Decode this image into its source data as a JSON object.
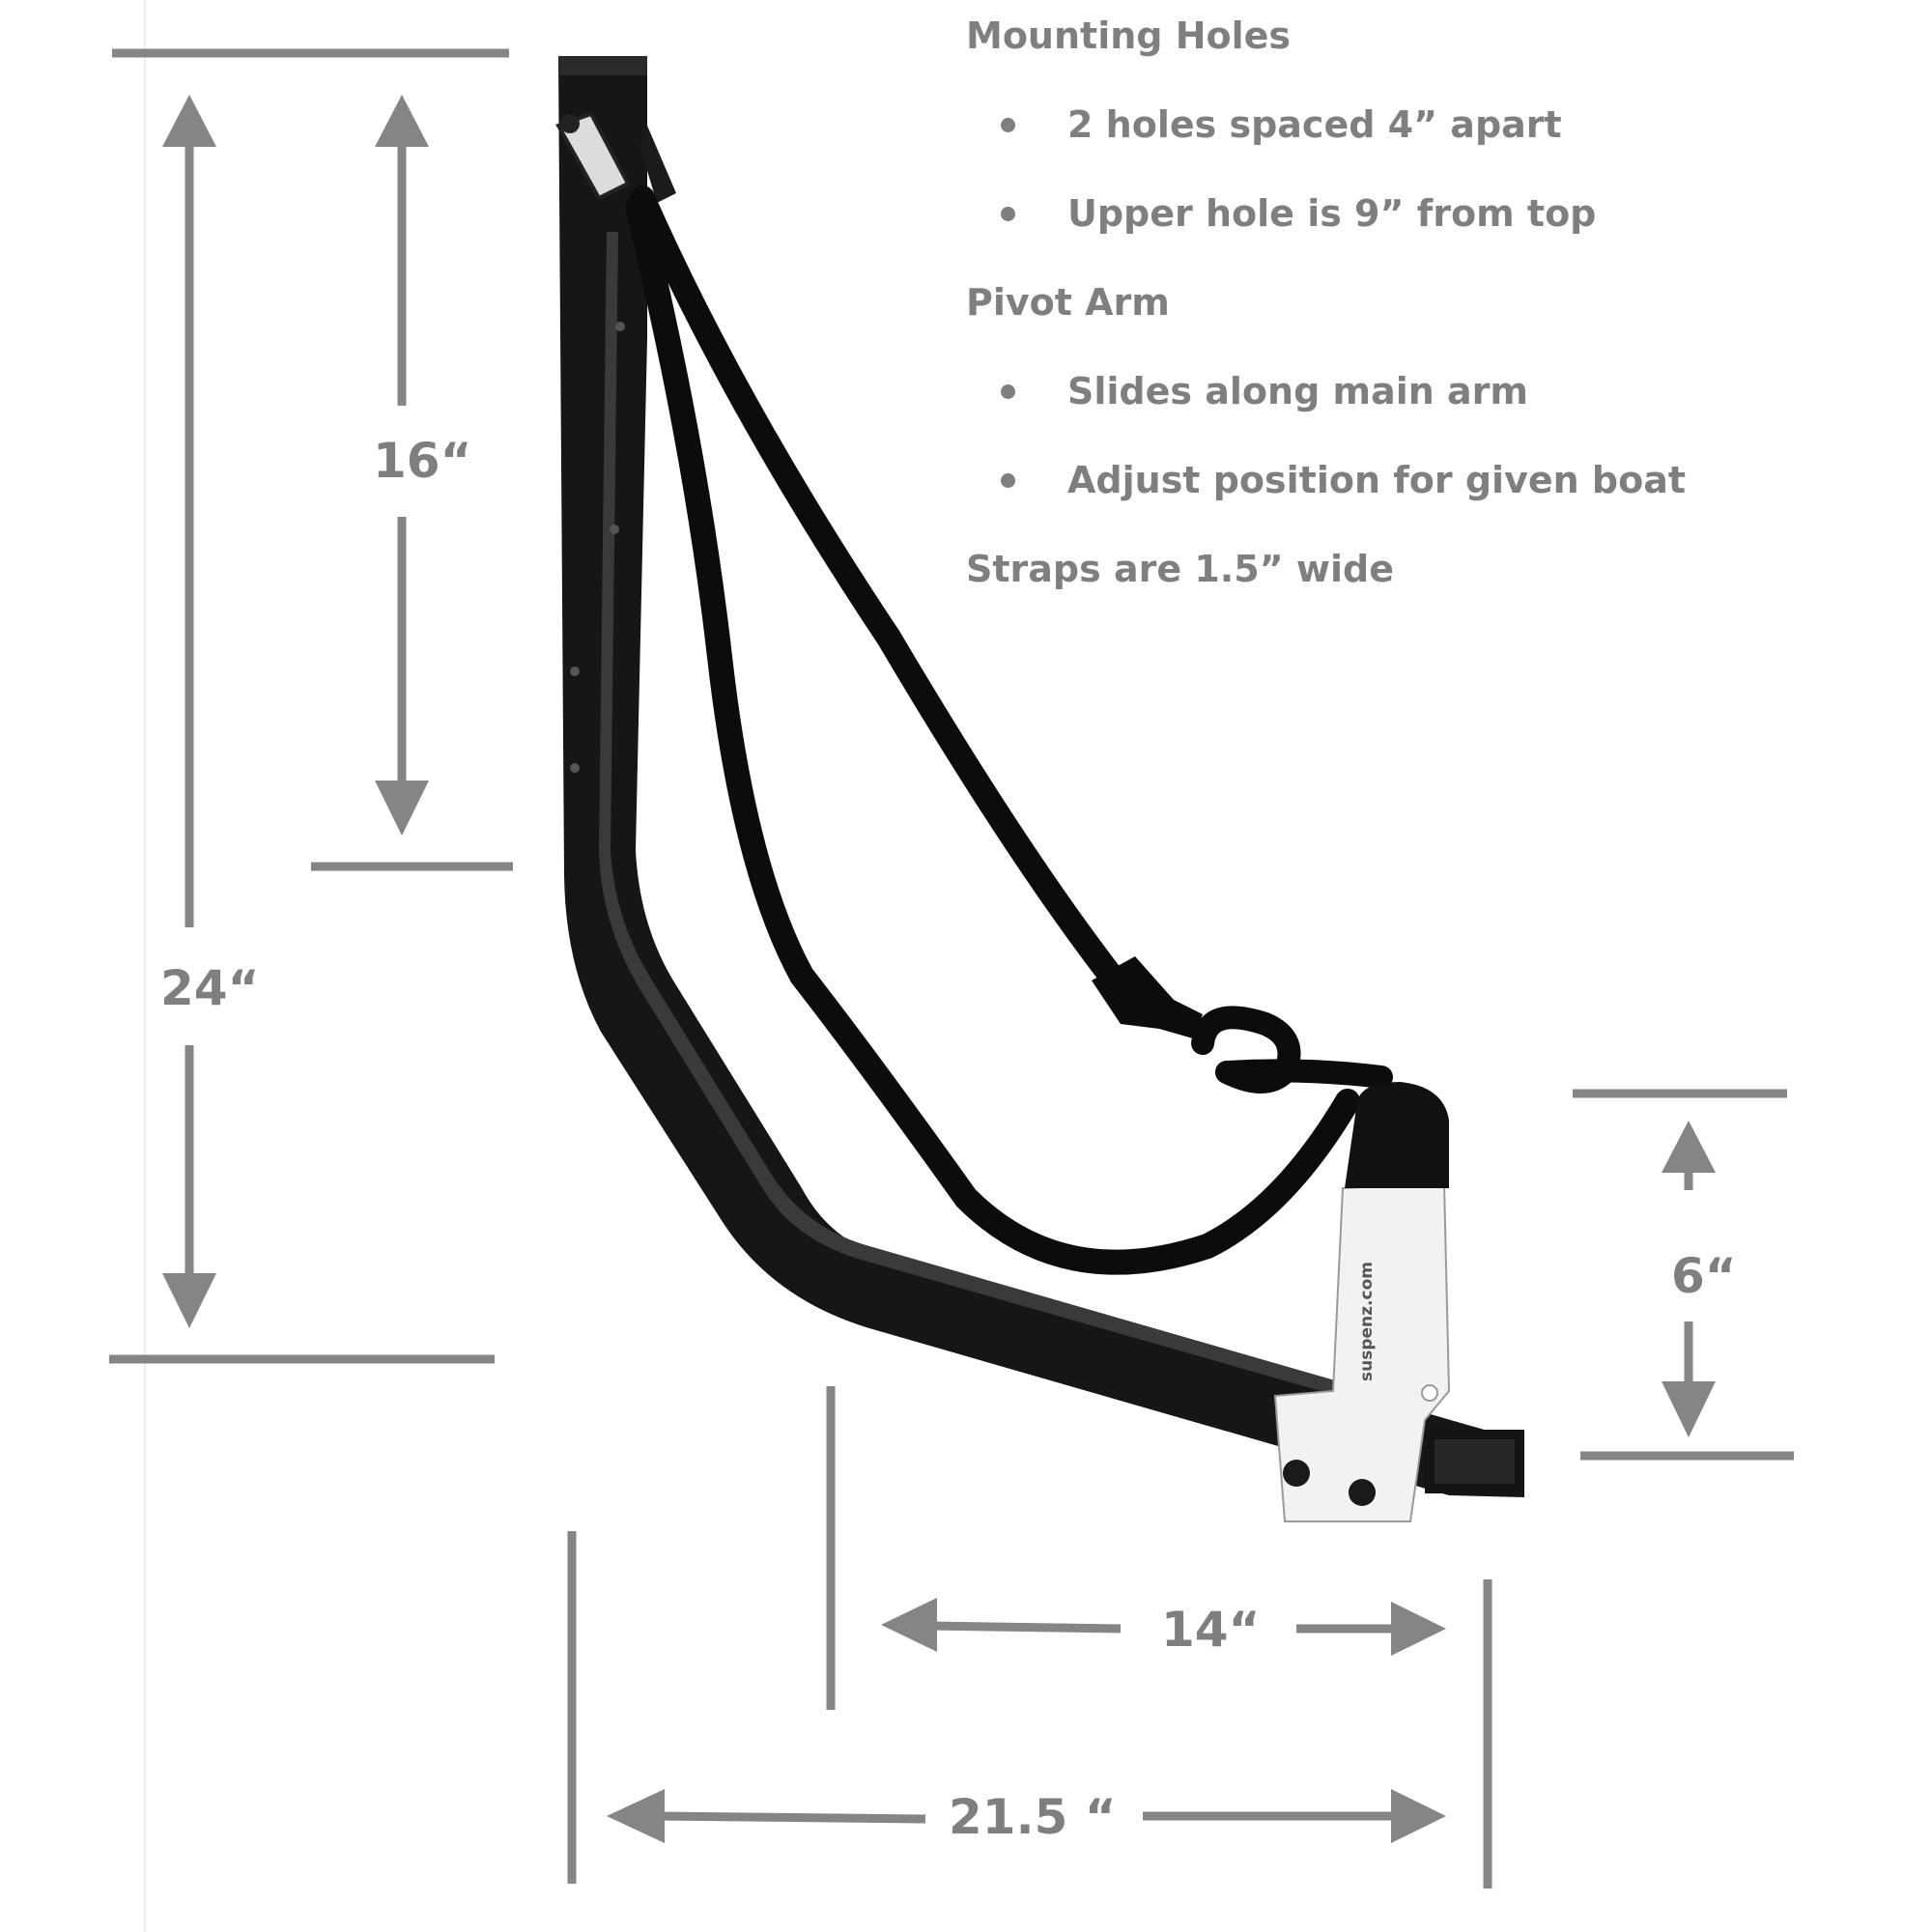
{
  "notes": {
    "mounting_heading": "Mounting Holes",
    "mounting_items": [
      "2 holes spaced 4” apart",
      "Upper hole is 9” from top"
    ],
    "pivot_heading": "Pivot Arm",
    "pivot_items": [
      "Slides along main arm",
      "Adjust position for given boat"
    ],
    "straps": "Straps are 1.5” wide"
  },
  "dimensions": {
    "total_height": "24“",
    "upper_height": "16“",
    "bracket_height": "6“",
    "arm_inner_length": "14“",
    "arm_total_length": "21.5 “"
  },
  "product": {
    "brand": "suspenz.com"
  },
  "colors": {
    "dimension_gray": "#858585",
    "text_gray": "#7f7f7f",
    "rack_black": "#161616",
    "bracket_white": "#f2f2f2"
  }
}
